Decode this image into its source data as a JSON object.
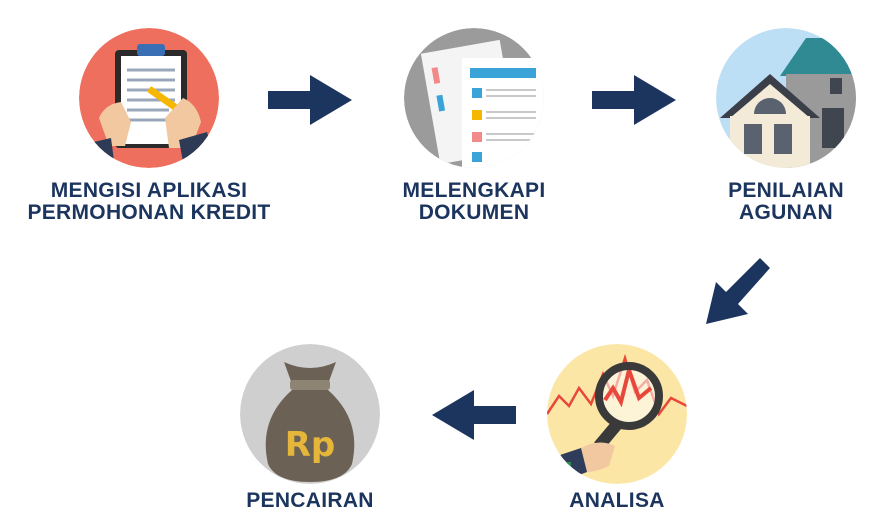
{
  "steps": {
    "s1": {
      "line1": "MENGISI APLIKASI",
      "line2": "PERMOHONAN KREDIT",
      "icon": "clipboard-writing-icon"
    },
    "s2": {
      "line1": "MELENGKAPI",
      "line2": "DOKUMEN",
      "icon": "documents-icon"
    },
    "s3": {
      "line1": "PENILAIAN",
      "line2": "AGUNAN",
      "icon": "house-icon"
    },
    "s4": {
      "line1": "ANALISA",
      "icon": "magnifier-chart-icon"
    },
    "s5": {
      "line1": "PENCAIRAN",
      "icon": "money-bag-icon",
      "bag_text": "Rp"
    }
  },
  "colors": {
    "label": "#1c355e",
    "arrow": "#1c355e",
    "circle1": "#ef6f5e",
    "circle2": "#9b9b9b",
    "circle3": "#bcdff5",
    "circle4": "#fbe6a6",
    "circle5": "#cfcfcf"
  }
}
